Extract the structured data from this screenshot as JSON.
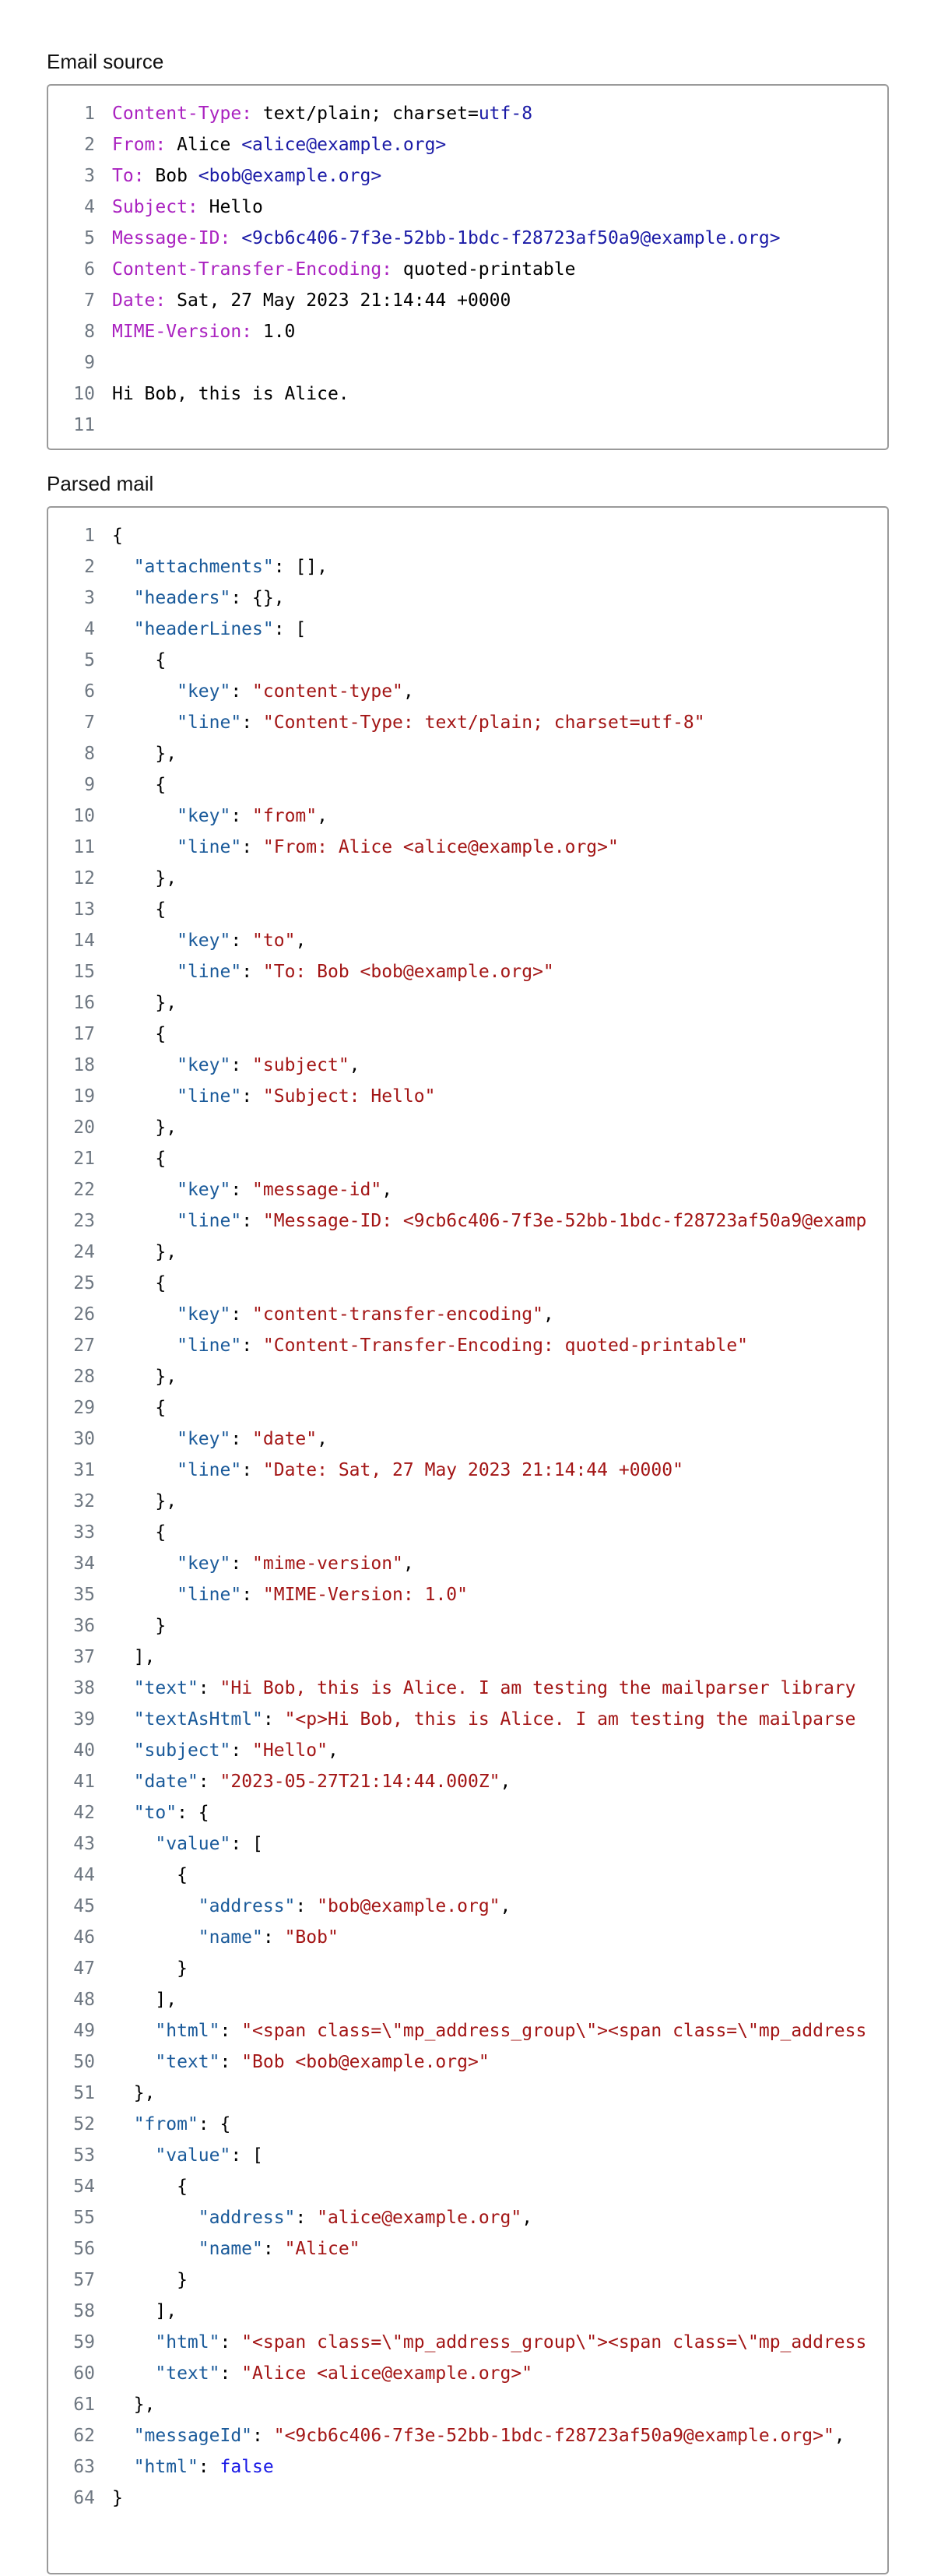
{
  "email_section": {
    "title": "Email source",
    "lines": [
      [
        {
          "t": "Content-Type:",
          "c": "hk"
        },
        {
          "t": " text/plain; charset=",
          "c": "ht"
        },
        {
          "t": "utf-8",
          "c": "em"
        }
      ],
      [
        {
          "t": "From:",
          "c": "hk"
        },
        {
          "t": " Alice ",
          "c": "ht"
        },
        {
          "t": "<alice@example.org>",
          "c": "em"
        }
      ],
      [
        {
          "t": "To:",
          "c": "hk"
        },
        {
          "t": " Bob ",
          "c": "ht"
        },
        {
          "t": "<bob@example.org>",
          "c": "em"
        }
      ],
      [
        {
          "t": "Subject:",
          "c": "hk"
        },
        {
          "t": " Hello",
          "c": "ht"
        }
      ],
      [
        {
          "t": "Message-ID:",
          "c": "hk"
        },
        {
          "t": " ",
          "c": "ht"
        },
        {
          "t": "<9cb6c406-7f3e-52bb-1bdc-f28723af50a9@example.org>",
          "c": "em"
        }
      ],
      [
        {
          "t": "Content-Transfer-Encoding:",
          "c": "hk"
        },
        {
          "t": " quoted-printable",
          "c": "ht"
        }
      ],
      [
        {
          "t": "Date:",
          "c": "hk"
        },
        {
          "t": " Sat, 27 May 2023 21:14:44 +0000",
          "c": "ht"
        }
      ],
      [
        {
          "t": "MIME-Version:",
          "c": "hk"
        },
        {
          "t": " 1.0",
          "c": "ht"
        }
      ],
      [],
      [
        {
          "t": "Hi Bob, this is Alice.",
          "c": "ht"
        }
      ],
      []
    ]
  },
  "parsed_section": {
    "title": "Parsed mail",
    "lines": [
      [
        {
          "t": "{",
          "c": "jp"
        }
      ],
      [
        {
          "t": "  ",
          "c": "jp"
        },
        {
          "t": "\"attachments\"",
          "c": "jk"
        },
        {
          "t": ": [],",
          "c": "jp"
        }
      ],
      [
        {
          "t": "  ",
          "c": "jp"
        },
        {
          "t": "\"headers\"",
          "c": "jk"
        },
        {
          "t": ": {},",
          "c": "jp"
        }
      ],
      [
        {
          "t": "  ",
          "c": "jp"
        },
        {
          "t": "\"headerLines\"",
          "c": "jk"
        },
        {
          "t": ": [",
          "c": "jp"
        }
      ],
      [
        {
          "t": "    {",
          "c": "jp"
        }
      ],
      [
        {
          "t": "      ",
          "c": "jp"
        },
        {
          "t": "\"key\"",
          "c": "jk"
        },
        {
          "t": ": ",
          "c": "jp"
        },
        {
          "t": "\"content-type\"",
          "c": "js"
        },
        {
          "t": ",",
          "c": "jp"
        }
      ],
      [
        {
          "t": "      ",
          "c": "jp"
        },
        {
          "t": "\"line\"",
          "c": "jk"
        },
        {
          "t": ": ",
          "c": "jp"
        },
        {
          "t": "\"Content-Type: text/plain; charset=utf-8\"",
          "c": "js"
        }
      ],
      [
        {
          "t": "    },",
          "c": "jp"
        }
      ],
      [
        {
          "t": "    {",
          "c": "jp"
        }
      ],
      [
        {
          "t": "      ",
          "c": "jp"
        },
        {
          "t": "\"key\"",
          "c": "jk"
        },
        {
          "t": ": ",
          "c": "jp"
        },
        {
          "t": "\"from\"",
          "c": "js"
        },
        {
          "t": ",",
          "c": "jp"
        }
      ],
      [
        {
          "t": "      ",
          "c": "jp"
        },
        {
          "t": "\"line\"",
          "c": "jk"
        },
        {
          "t": ": ",
          "c": "jp"
        },
        {
          "t": "\"From: Alice <alice@example.org>\"",
          "c": "js"
        }
      ],
      [
        {
          "t": "    },",
          "c": "jp"
        }
      ],
      [
        {
          "t": "    {",
          "c": "jp"
        }
      ],
      [
        {
          "t": "      ",
          "c": "jp"
        },
        {
          "t": "\"key\"",
          "c": "jk"
        },
        {
          "t": ": ",
          "c": "jp"
        },
        {
          "t": "\"to\"",
          "c": "js"
        },
        {
          "t": ",",
          "c": "jp"
        }
      ],
      [
        {
          "t": "      ",
          "c": "jp"
        },
        {
          "t": "\"line\"",
          "c": "jk"
        },
        {
          "t": ": ",
          "c": "jp"
        },
        {
          "t": "\"To: Bob <bob@example.org>\"",
          "c": "js"
        }
      ],
      [
        {
          "t": "    },",
          "c": "jp"
        }
      ],
      [
        {
          "t": "    {",
          "c": "jp"
        }
      ],
      [
        {
          "t": "      ",
          "c": "jp"
        },
        {
          "t": "\"key\"",
          "c": "jk"
        },
        {
          "t": ": ",
          "c": "jp"
        },
        {
          "t": "\"subject\"",
          "c": "js"
        },
        {
          "t": ",",
          "c": "jp"
        }
      ],
      [
        {
          "t": "      ",
          "c": "jp"
        },
        {
          "t": "\"line\"",
          "c": "jk"
        },
        {
          "t": ": ",
          "c": "jp"
        },
        {
          "t": "\"Subject: Hello\"",
          "c": "js"
        }
      ],
      [
        {
          "t": "    },",
          "c": "jp"
        }
      ],
      [
        {
          "t": "    {",
          "c": "jp"
        }
      ],
      [
        {
          "t": "      ",
          "c": "jp"
        },
        {
          "t": "\"key\"",
          "c": "jk"
        },
        {
          "t": ": ",
          "c": "jp"
        },
        {
          "t": "\"message-id\"",
          "c": "js"
        },
        {
          "t": ",",
          "c": "jp"
        }
      ],
      [
        {
          "t": "      ",
          "c": "jp"
        },
        {
          "t": "\"line\"",
          "c": "jk"
        },
        {
          "t": ": ",
          "c": "jp"
        },
        {
          "t": "\"Message-ID: <9cb6c406-7f3e-52bb-1bdc-f28723af50a9@examp",
          "c": "js"
        }
      ],
      [
        {
          "t": "    },",
          "c": "jp"
        }
      ],
      [
        {
          "t": "    {",
          "c": "jp"
        }
      ],
      [
        {
          "t": "      ",
          "c": "jp"
        },
        {
          "t": "\"key\"",
          "c": "jk"
        },
        {
          "t": ": ",
          "c": "jp"
        },
        {
          "t": "\"content-transfer-encoding\"",
          "c": "js"
        },
        {
          "t": ",",
          "c": "jp"
        }
      ],
      [
        {
          "t": "      ",
          "c": "jp"
        },
        {
          "t": "\"line\"",
          "c": "jk"
        },
        {
          "t": ": ",
          "c": "jp"
        },
        {
          "t": "\"Content-Transfer-Encoding: quoted-printable\"",
          "c": "js"
        }
      ],
      [
        {
          "t": "    },",
          "c": "jp"
        }
      ],
      [
        {
          "t": "    {",
          "c": "jp"
        }
      ],
      [
        {
          "t": "      ",
          "c": "jp"
        },
        {
          "t": "\"key\"",
          "c": "jk"
        },
        {
          "t": ": ",
          "c": "jp"
        },
        {
          "t": "\"date\"",
          "c": "js"
        },
        {
          "t": ",",
          "c": "jp"
        }
      ],
      [
        {
          "t": "      ",
          "c": "jp"
        },
        {
          "t": "\"line\"",
          "c": "jk"
        },
        {
          "t": ": ",
          "c": "jp"
        },
        {
          "t": "\"Date: Sat, 27 May 2023 21:14:44 +0000\"",
          "c": "js"
        }
      ],
      [
        {
          "t": "    },",
          "c": "jp"
        }
      ],
      [
        {
          "t": "    {",
          "c": "jp"
        }
      ],
      [
        {
          "t": "      ",
          "c": "jp"
        },
        {
          "t": "\"key\"",
          "c": "jk"
        },
        {
          "t": ": ",
          "c": "jp"
        },
        {
          "t": "\"mime-version\"",
          "c": "js"
        },
        {
          "t": ",",
          "c": "jp"
        }
      ],
      [
        {
          "t": "      ",
          "c": "jp"
        },
        {
          "t": "\"line\"",
          "c": "jk"
        },
        {
          "t": ": ",
          "c": "jp"
        },
        {
          "t": "\"MIME-Version: 1.0\"",
          "c": "js"
        }
      ],
      [
        {
          "t": "    }",
          "c": "jp"
        }
      ],
      [
        {
          "t": "  ],",
          "c": "jp"
        }
      ],
      [
        {
          "t": "  ",
          "c": "jp"
        },
        {
          "t": "\"text\"",
          "c": "jk"
        },
        {
          "t": ": ",
          "c": "jp"
        },
        {
          "t": "\"Hi Bob, this is Alice. I am testing the mailparser library",
          "c": "js"
        }
      ],
      [
        {
          "t": "  ",
          "c": "jp"
        },
        {
          "t": "\"textAsHtml\"",
          "c": "jk"
        },
        {
          "t": ": ",
          "c": "jp"
        },
        {
          "t": "\"<p>Hi Bob, this is Alice. I am testing the mailparse",
          "c": "js"
        }
      ],
      [
        {
          "t": "  ",
          "c": "jp"
        },
        {
          "t": "\"subject\"",
          "c": "jk"
        },
        {
          "t": ": ",
          "c": "jp"
        },
        {
          "t": "\"Hello\"",
          "c": "js"
        },
        {
          "t": ",",
          "c": "jp"
        }
      ],
      [
        {
          "t": "  ",
          "c": "jp"
        },
        {
          "t": "\"date\"",
          "c": "jk"
        },
        {
          "t": ": ",
          "c": "jp"
        },
        {
          "t": "\"2023-05-27T21:14:44.000Z\"",
          "c": "js"
        },
        {
          "t": ",",
          "c": "jp"
        }
      ],
      [
        {
          "t": "  ",
          "c": "jp"
        },
        {
          "t": "\"to\"",
          "c": "jk"
        },
        {
          "t": ": {",
          "c": "jp"
        }
      ],
      [
        {
          "t": "    ",
          "c": "jp"
        },
        {
          "t": "\"value\"",
          "c": "jk"
        },
        {
          "t": ": [",
          "c": "jp"
        }
      ],
      [
        {
          "t": "      {",
          "c": "jp"
        }
      ],
      [
        {
          "t": "        ",
          "c": "jp"
        },
        {
          "t": "\"address\"",
          "c": "jk"
        },
        {
          "t": ": ",
          "c": "jp"
        },
        {
          "t": "\"bob@example.org\"",
          "c": "js"
        },
        {
          "t": ",",
          "c": "jp"
        }
      ],
      [
        {
          "t": "        ",
          "c": "jp"
        },
        {
          "t": "\"name\"",
          "c": "jk"
        },
        {
          "t": ": ",
          "c": "jp"
        },
        {
          "t": "\"Bob\"",
          "c": "js"
        }
      ],
      [
        {
          "t": "      }",
          "c": "jp"
        }
      ],
      [
        {
          "t": "    ],",
          "c": "jp"
        }
      ],
      [
        {
          "t": "    ",
          "c": "jp"
        },
        {
          "t": "\"html\"",
          "c": "jk"
        },
        {
          "t": ": ",
          "c": "jp"
        },
        {
          "t": "\"<span class=\\\"mp_address_group\\\"><span class=\\\"mp_address",
          "c": "js"
        }
      ],
      [
        {
          "t": "    ",
          "c": "jp"
        },
        {
          "t": "\"text\"",
          "c": "jk"
        },
        {
          "t": ": ",
          "c": "jp"
        },
        {
          "t": "\"Bob <bob@example.org>\"",
          "c": "js"
        }
      ],
      [
        {
          "t": "  },",
          "c": "jp"
        }
      ],
      [
        {
          "t": "  ",
          "c": "jp"
        },
        {
          "t": "\"from\"",
          "c": "jk"
        },
        {
          "t": ": {",
          "c": "jp"
        }
      ],
      [
        {
          "t": "    ",
          "c": "jp"
        },
        {
          "t": "\"value\"",
          "c": "jk"
        },
        {
          "t": ": [",
          "c": "jp"
        }
      ],
      [
        {
          "t": "      {",
          "c": "jp"
        }
      ],
      [
        {
          "t": "        ",
          "c": "jp"
        },
        {
          "t": "\"address\"",
          "c": "jk"
        },
        {
          "t": ": ",
          "c": "jp"
        },
        {
          "t": "\"alice@example.org\"",
          "c": "js"
        },
        {
          "t": ",",
          "c": "jp"
        }
      ],
      [
        {
          "t": "        ",
          "c": "jp"
        },
        {
          "t": "\"name\"",
          "c": "jk"
        },
        {
          "t": ": ",
          "c": "jp"
        },
        {
          "t": "\"Alice\"",
          "c": "js"
        }
      ],
      [
        {
          "t": "      }",
          "c": "jp"
        }
      ],
      [
        {
          "t": "    ],",
          "c": "jp"
        }
      ],
      [
        {
          "t": "    ",
          "c": "jp"
        },
        {
          "t": "\"html\"",
          "c": "jk"
        },
        {
          "t": ": ",
          "c": "jp"
        },
        {
          "t": "\"<span class=\\\"mp_address_group\\\"><span class=\\\"mp_address",
          "c": "js"
        }
      ],
      [
        {
          "t": "    ",
          "c": "jp"
        },
        {
          "t": "\"text\"",
          "c": "jk"
        },
        {
          "t": ": ",
          "c": "jp"
        },
        {
          "t": "\"Alice <alice@example.org>\"",
          "c": "js"
        }
      ],
      [
        {
          "t": "  },",
          "c": "jp"
        }
      ],
      [
        {
          "t": "  ",
          "c": "jp"
        },
        {
          "t": "\"messageId\"",
          "c": "jk"
        },
        {
          "t": ": ",
          "c": "jp"
        },
        {
          "t": "\"<9cb6c406-7f3e-52bb-1bdc-f28723af50a9@example.org>\"",
          "c": "js"
        },
        {
          "t": ",",
          "c": "jp"
        }
      ],
      [
        {
          "t": "  ",
          "c": "jp"
        },
        {
          "t": "\"html\"",
          "c": "jk"
        },
        {
          "t": ": ",
          "c": "jp"
        },
        {
          "t": "false",
          "c": "jb"
        }
      ],
      [
        {
          "t": "}",
          "c": "jp"
        }
      ]
    ]
  },
  "colors": {
    "header_key": "#aa22c0",
    "email_value": "#1a1aa6",
    "json_key": "#1a5a9a",
    "json_string": "#a31515",
    "json_boolean": "#1a1ae6",
    "line_number": "#6e7781",
    "border": "#9a9a9a"
  }
}
